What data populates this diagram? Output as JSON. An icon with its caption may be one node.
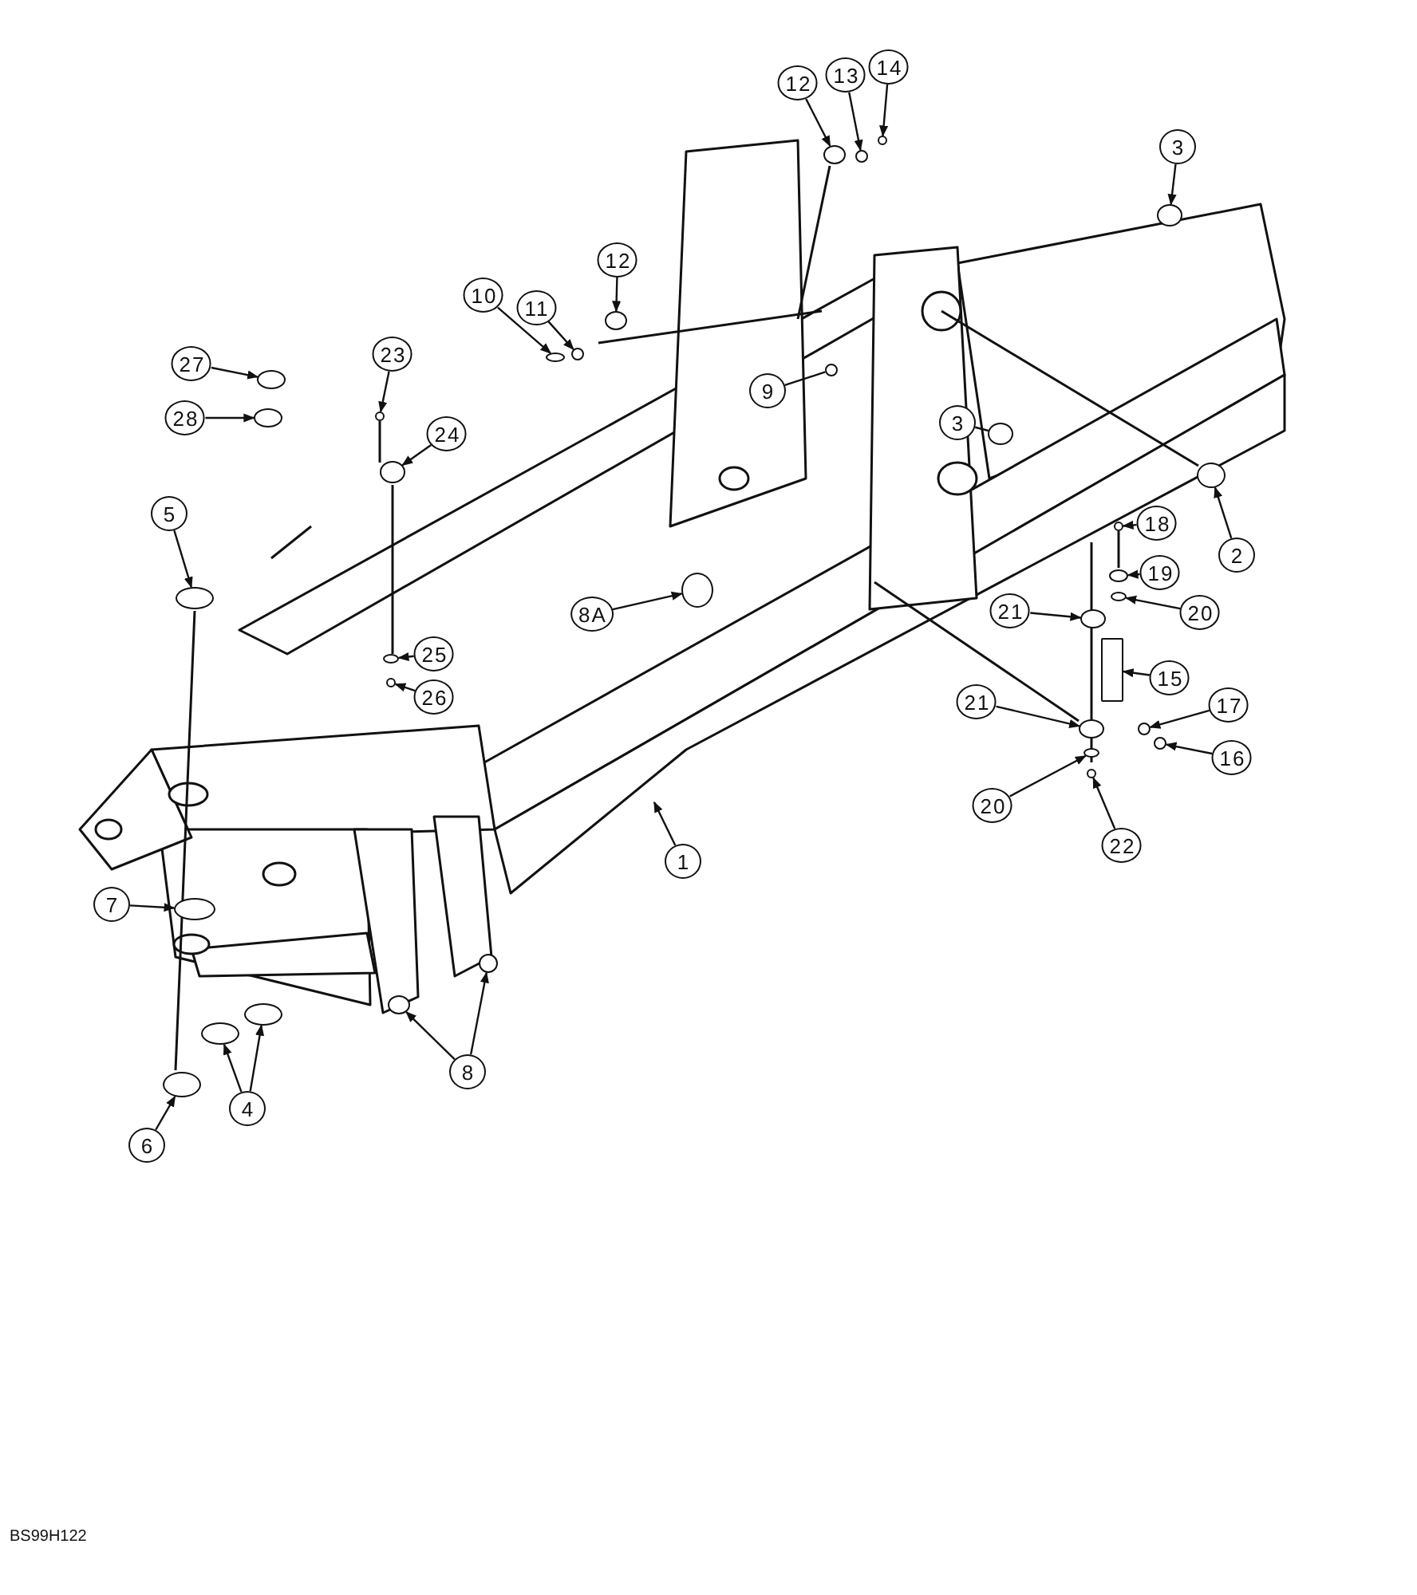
{
  "diagram": {
    "nodes": [
      {
        "text": [
          "12"
        ]
      },
      {
        "text": [
          "13"
        ]
      },
      {
        "text": [
          "14"
        ]
      },
      {
        "text": [
          "3"
        ]
      },
      {
        "text": [
          "12"
        ]
      },
      {
        "text": [
          "10"
        ]
      },
      {
        "text": [
          "11"
        ]
      },
      {
        "text": [
          "27"
        ]
      },
      {
        "text": [
          "23"
        ]
      },
      {
        "text": [
          "9"
        ]
      },
      {
        "text": [
          "28"
        ]
      },
      {
        "text": [
          "3"
        ]
      },
      {
        "text": [
          "24"
        ]
      },
      {
        "text": [
          "5"
        ]
      },
      {
        "text": [
          "18"
        ]
      },
      {
        "text": [
          "2"
        ]
      },
      {
        "text": [
          "19"
        ]
      },
      {
        "text": [
          "21"
        ]
      },
      {
        "text": [
          "20"
        ]
      },
      {
        "text": [
          "8A"
        ]
      },
      {
        "text": [
          "25"
        ]
      },
      {
        "text": [
          "26"
        ]
      },
      {
        "text": [
          "15"
        ]
      },
      {
        "text": [
          "21"
        ]
      },
      {
        "text": [
          "17"
        ]
      },
      {
        "text": [
          "16"
        ]
      },
      {
        "text": [
          "20"
        ]
      },
      {
        "text": [
          "22"
        ]
      },
      {
        "text": [
          "1"
        ]
      },
      {
        "text": [
          "7"
        ]
      },
      {
        "text": [
          "8"
        ]
      },
      {
        "text": [
          "4"
        ]
      },
      {
        "text": [
          "6"
        ]
      },
      {
        "text": [],
        "shape": "circle"
      },
      {
        "text": [],
        "shape": "circle"
      },
      {
        "text": [],
        "shape": "circle"
      },
      {
        "text": [],
        "shape": "circle"
      },
      {
        "text": [],
        "shape": "circle"
      },
      {
        "text": [],
        "shape": "circle"
      },
      {
        "text": [],
        "shape": "circle"
      },
      {
        "text": [],
        "shape": "circle"
      },
      {
        "text": [],
        "shape": "circle"
      },
      {
        "text": [],
        "shape": "circle"
      },
      {
        "text": [],
        "shape": "circle"
      },
      {
        "text": [],
        "shape": "circle"
      },
      {
        "text": [],
        "shape": "circle"
      },
      {
        "text": [],
        "shape": "circle"
      },
      {
        "text": [],
        "shape": "circle"
      },
      {
        "text": [],
        "shape": "circle"
      },
      {
        "text": [],
        "shape": "circle"
      },
      {
        "text": [],
        "shape": "circle"
      },
      {
        "text": [],
        "shape": "circle"
      },
      {
        "text": [],
        "shape": "circle"
      },
      {
        "text": [],
        "shape": "circle"
      },
      {
        "text": [],
        "shape": "circle"
      },
      {
        "text": [],
        "shape": "box"
      },
      {
        "text": [],
        "shape": "circle"
      },
      {
        "text": [],
        "shape": "circle"
      },
      {
        "text": [],
        "shape": "circle"
      },
      {
        "text": [],
        "shape": "circle"
      },
      {
        "text": [],
        "shape": "circle"
      },
      {
        "text": [],
        "shape": "circle"
      },
      {
        "text": [],
        "shape": "circle"
      },
      {
        "text": [],
        "shape": "circle"
      },
      {
        "text": [],
        "shape": "circle"
      },
      {
        "text": [],
        "shape": "circle"
      },
      {
        "text": [],
        "shape": "circle"
      }
    ],
    "edges": [
      {
        "from": 0,
        "to": 33,
        "arrow": "to"
      },
      {
        "from": 1,
        "to": 34,
        "arrow": "to"
      },
      {
        "from": 2,
        "to": 35,
        "arrow": "to"
      },
      {
        "from": 3,
        "to": 36,
        "arrow": "to"
      },
      {
        "from": 4,
        "to": 37,
        "arrow": "to"
      },
      {
        "from": 5,
        "to": 38,
        "arrow": "to"
      },
      {
        "from": 6,
        "to": 39,
        "arrow": "to"
      },
      {
        "from": 7,
        "to": 40,
        "arrow": "to"
      },
      {
        "from": 8,
        "to": 41,
        "arrow": "to"
      },
      {
        "from": 9,
        "to": 42,
        "arrow": "none"
      },
      {
        "from": 10,
        "to": 43,
        "arrow": "to"
      },
      {
        "from": 11,
        "to": 44,
        "arrow": "none"
      },
      {
        "from": 12,
        "to": 45,
        "arrow": "to"
      },
      {
        "from": 13,
        "to": 46,
        "arrow": "to"
      },
      {
        "from": 14,
        "to": 47,
        "arrow": "to"
      },
      {
        "from": 15,
        "to": 48,
        "arrow": "to"
      },
      {
        "from": 16,
        "to": 49,
        "arrow": "to"
      },
      {
        "from": 17,
        "to": 50,
        "arrow": "to"
      },
      {
        "from": 18,
        "to": 51,
        "arrow": "to"
      },
      {
        "from": 19,
        "to": 52,
        "arrow": "to"
      },
      {
        "from": 20,
        "to": 53,
        "arrow": "to"
      },
      {
        "from": 21,
        "to": 54,
        "arrow": "to"
      },
      {
        "from": 22,
        "to": 55,
        "arrow": "to"
      },
      {
        "from": 23,
        "to": 58,
        "arrow": "to"
      },
      {
        "from": 24,
        "to": 56,
        "arrow": "to"
      },
      {
        "from": 25,
        "to": 57,
        "arrow": "to"
      },
      {
        "from": 26,
        "to": 59,
        "arrow": "to"
      },
      {
        "from": 27,
        "to": 60,
        "arrow": "to"
      },
      {
        "from": 28,
        "to": null,
        "arrow": "to"
      },
      {
        "from": 29,
        "to": 61,
        "arrow": "to"
      },
      {
        "from": 30,
        "to": 62,
        "arrow": "to"
      },
      {
        "from": 30,
        "to": 63,
        "arrow": "to"
      },
      {
        "from": 31,
        "to": 64,
        "arrow": "to"
      },
      {
        "from": 31,
        "to": 65,
        "arrow": "to"
      },
      {
        "from": 32,
        "to": 66,
        "arrow": "to"
      }
    ],
    "labels": [
      "BS99H122"
    ]
  }
}
